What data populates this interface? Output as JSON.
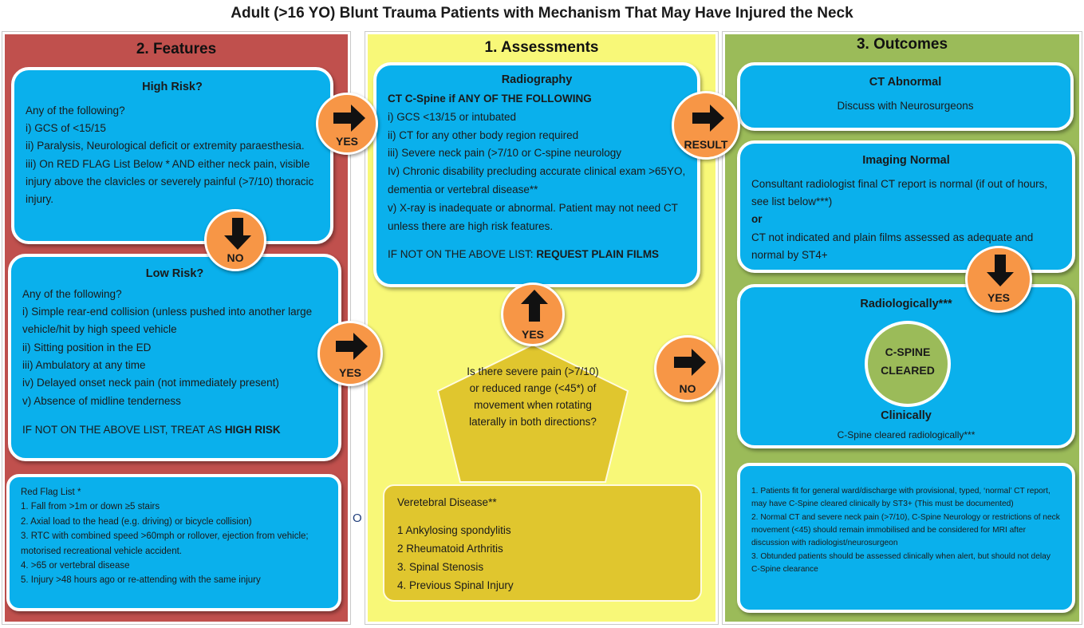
{
  "title": "Adult (>16 YO) Blunt Trauma Patients with Mechanism That May Have Injured the Neck",
  "columns": {
    "features": "2.  Features",
    "assessments": "1.  Assessments",
    "outcomes": "3.  Outcomes"
  },
  "high_risk": {
    "title": "High Risk?",
    "lines": [
      "Any of the following?",
      "i) GCS of <15/15",
      "ii) Paralysis, Neurological deficit or extremity paraesthesia.",
      "iii) On RED FLAG List Below * AND either neck pain, visible injury above the clavicles or severely painful (>7/10) thoracic injury."
    ]
  },
  "low_risk": {
    "title": "Low Risk?",
    "lines": [
      "Any of the following?",
      "i) Simple rear-end collision (unless pushed into another large vehicle/hit by high speed vehicle",
      "ii) Sitting position in the ED",
      "iii) Ambulatory at any time",
      "iv) Delayed onset neck pain (not immediately present)",
      "v) Absence of midline tenderness"
    ],
    "footer_prefix": "IF NOT ON THE ABOVE LIST, TREAT AS ",
    "footer_bold": "HIGH RISK"
  },
  "red_flag": {
    "title": "Red Flag List *",
    "lines": [
      "1. Fall from >1m or down ≥5 stairs",
      "2. Axial load to the head (e.g. driving) or bicycle collision)",
      "3. RTC with combined speed >60mph or rollover, ejection from vehicle; motorised recreational vehicle accident.",
      "4. >65 or vertebral disease",
      "5. Injury >48 hours ago or re-attending with the same injury"
    ]
  },
  "radiography": {
    "title": "Radiography",
    "subtitle": "CT C-Spine if ANY OF THE FOLLOWING",
    "lines": [
      "i) GCS <13/15 or intubated",
      "ii) CT for any other body region required",
      "iii) Severe neck pain (>7/10 or C-spine neurology",
      "Iv) Chronic disability precluding accurate clinical exam >65YO, dementia or vertebral disease**",
      "v) X-ray is inadequate or abnormal. Patient may not need CT unless there are high risk features."
    ],
    "footer_prefix": "IF NOT ON THE ABOVE LIST: ",
    "footer_bold": "REQUEST PLAIN FILMS"
  },
  "question": "Is there severe pain (>7/10) or reduced range (<45*) of movement when rotating laterally in both directions?",
  "vertebral_disease": {
    "title": "Veretebral Disease**",
    "items": [
      "1 Ankylosing spondylitis",
      "2 Rheumatoid Arthritis",
      "3. Spinal Stenosis",
      "4. Previous Spinal Injury"
    ]
  },
  "ct_abnormal": {
    "title": "CT Abnormal",
    "text": "Discuss with Neurosurgeons"
  },
  "imaging_normal": {
    "title": "Imaging Normal",
    "line1": "Consultant radiologist final CT report is normal (if out of hours, see list below***)",
    "or": "or",
    "line2": "CT not indicated and plain films assessed as adequate and normal by ST4+"
  },
  "cleared_box": {
    "top": "Radiologically***",
    "circle_line1": "C-SPINE",
    "circle_line2": "CLEARED",
    "bottom": "Clinically",
    "note": "C-Spine cleared radiologically***"
  },
  "notes": [
    "1. Patients fit for general ward/discharge with provisional, typed, ‘normal’ CT report, may have C-Spine cleared clinically by ST3+ (This must be documented)",
    "2. Normal CT and severe neck pain (>7/10), C-Spine Neurology or restrictions of neck movement (<45) should  remain immobilised and be considered for MRI after discussion with radiologist/neurosurgeon",
    "3. Obtunded patients should be assessed clinically when alert, but should not delay C-Spine clearance"
  ],
  "connectors": {
    "yes1": "YES",
    "no1": "NO",
    "yes2": "YES",
    "yes3": "YES",
    "result": "RESULT",
    "yes4": "YES",
    "no2": "NO"
  },
  "stray_mark": "O",
  "colors": {
    "features_bg": "#c0504d",
    "assessments_bg": "#f8f878",
    "outcomes_bg": "#9bbb59",
    "box_blue": "#0ab0ec",
    "connector_orange": "#f79646",
    "pentagon_gold": "#e0c62e"
  }
}
